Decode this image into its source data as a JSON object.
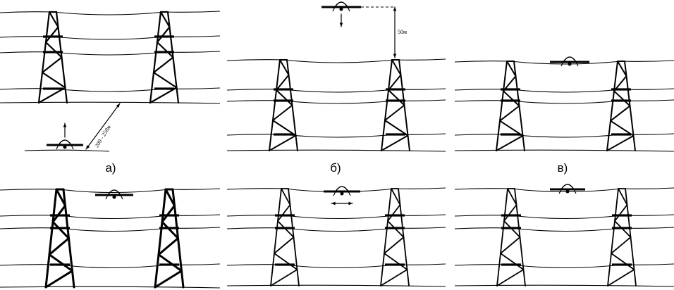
{
  "figure": {
    "panels": [
      {
        "id": "a",
        "label": "а)",
        "dimension_text": "200 - 250м"
      },
      {
        "id": "b",
        "label": "б)",
        "dimension_text": "50м"
      },
      {
        "id": "c",
        "label": "в)"
      },
      {
        "id": "d",
        "label": ""
      },
      {
        "id": "e",
        "label": ""
      },
      {
        "id": "f",
        "label": ""
      }
    ],
    "colors": {
      "line": "#000000",
      "background": "#ffffff"
    }
  }
}
